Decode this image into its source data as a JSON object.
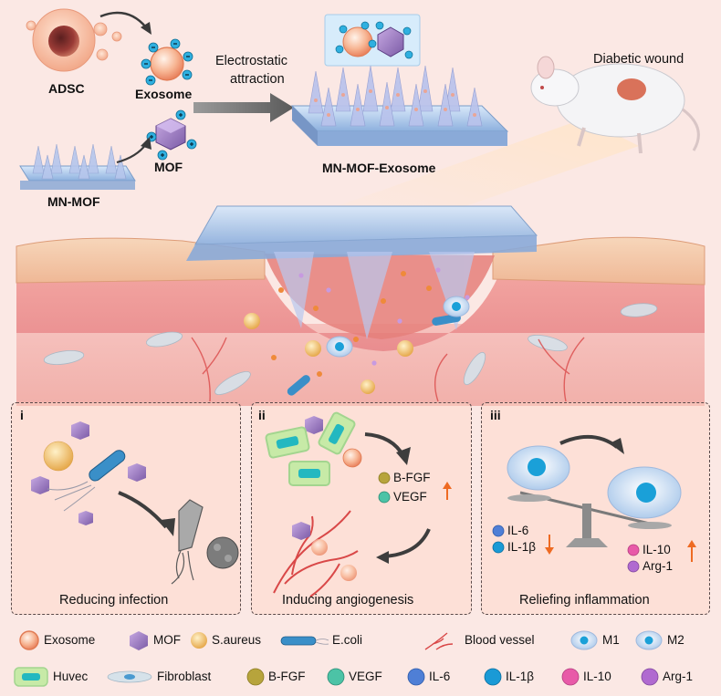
{
  "top": {
    "adsc": "ADSC",
    "exosome": "Exosome",
    "electrostatic": "Electrostatic",
    "attraction": "attraction",
    "mof": "MOF",
    "mn_mof": "MN-MOF",
    "mn_mof_exosome": "MN-MOF-Exosome",
    "diabetic_wound": "Diabetic wound"
  },
  "panels": [
    {
      "numeral": "i",
      "caption": "Reducing infection"
    },
    {
      "numeral": "ii",
      "caption": "Inducing angiogenesis"
    },
    {
      "numeral": "iii",
      "caption": "Reliefing inflammation"
    }
  ],
  "markers": {
    "bfgf": "B-FGF",
    "vegf": "VEGF",
    "il6": "IL-6",
    "il1b": "IL-1β",
    "il10": "IL-10",
    "arg1": "Arg-1"
  },
  "legend": {
    "row1": [
      "Exosome",
      "MOF",
      "S.aureus",
      "E.coli",
      "Blood vessel",
      "M1",
      "M2"
    ],
    "row2": [
      "Huvec",
      "Fibroblast",
      "B-FGF",
      "VEGF",
      "IL-6",
      "IL-1β",
      "IL-10",
      "Arg-1"
    ]
  },
  "colors": {
    "exosome": "#f4a07c",
    "mof": "#9b7bc0",
    "s_aureus": "#f0c070",
    "e_coli": "#3a8fc8",
    "vessel": "#d94848",
    "bfgf": "#b7a43c",
    "vegf": "#4cc3a6",
    "il6": "#4f7fd6",
    "il1b": "#1a9ad6",
    "il10": "#e85aa8",
    "arg1": "#b06ad0",
    "up_arrow": "#ee6a22",
    "down_arrow": "#ee6a22"
  }
}
